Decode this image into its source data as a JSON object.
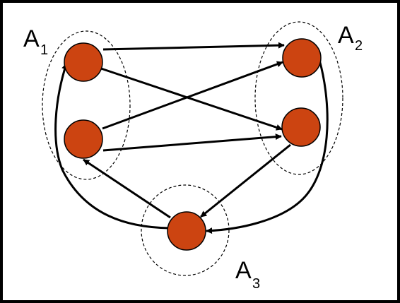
{
  "diagram": {
    "groups": [
      {
        "id": "A1",
        "label": "A",
        "sub": "1"
      },
      {
        "id": "A2",
        "label": "A",
        "sub": "2"
      },
      {
        "id": "A3",
        "label": "A",
        "sub": "3"
      }
    ],
    "colors": {
      "node_fill": "#cc4411",
      "node_stroke": "#000000",
      "edge": "#000000",
      "cluster_outline": "#000000",
      "frame": "#000000"
    }
  }
}
